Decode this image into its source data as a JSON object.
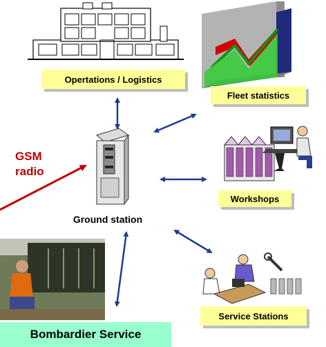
{
  "labels": {
    "operations": "Opertations / Logistics",
    "fleet": "Fleet statistics",
    "workshops": "Workshops",
    "ground": "Ground station",
    "service_stations": "Service Stations",
    "gsm_line1": "GSM",
    "gsm_line2": "radio",
    "bombardier": "Bombardier Service"
  },
  "colors": {
    "arrow_blue": "#1f3a93",
    "arrow_red": "#c00000",
    "label_yellow": "#ffff99",
    "label_green": "#99ffcc"
  }
}
